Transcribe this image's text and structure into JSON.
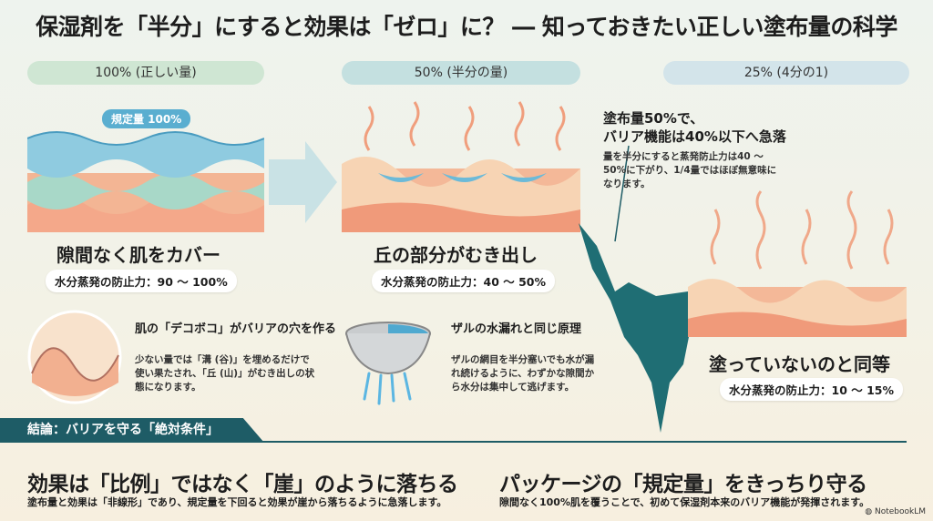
{
  "title": "保湿剤を「半分」にすると効果は「ゼロ」に？ ― 知っておきたい正しい塗布量の科学",
  "columns": [
    {
      "label": "100% (正しい量)",
      "badge": "規定量 100%",
      "heading": "隙間なく肌をカバー",
      "stat": "水分蒸発の防止力：90 ～ 100%"
    },
    {
      "label": "50% (半分の量)",
      "heading": "丘の部分がむき出し",
      "stat": "水分蒸発の防止力：40 ～ 50%"
    },
    {
      "label": "25% (4分の1)",
      "heading": "塗っていないのと同等",
      "stat": "水分蒸発の防止力：10 ～ 15%"
    }
  ],
  "annotation": {
    "title_line1": "塗布量50%で、",
    "title_line2": "バリア機能は40%以下へ急落",
    "body": "量を半分にすると蒸発防止力は40 ～ 50%に下がり、1/4量ではほぼ無意味になります。"
  },
  "explain": [
    {
      "title": "肌の「デコボコ」がバリアの穴を作る",
      "body": "少ない量では「溝 (谷)」を埋めるだけで使い果たされ、「丘 (山)」がむき出しの状態になります。"
    },
    {
      "title": "ザルの水漏れと同じ原理",
      "body": "ザルの網目を半分塞いでも水が漏れ続けるように、わずかな隙間から水分は集中して逃げます。"
    }
  ],
  "conclusion": {
    "banner": "結論：バリアを守る「絶対条件」",
    "left": {
      "heading": "効果は「比例」ではなく「崖」のように落ちる",
      "body": "塗布量と効果は「非線形」であり、規定量を下回ると効果が崖から落ちるように急落します。"
    },
    "right": {
      "heading": "パッケージの「規定量」をきっちり守る",
      "body": "隙間なく100%肌を覆うことで、初めて保湿剤本来のバリア機能が発揮されます。"
    }
  },
  "branding": "NotebookLM",
  "colors": {
    "teal": "#1e5c66",
    "water": "#7ec3dc",
    "skin": "#f2b48c"
  }
}
